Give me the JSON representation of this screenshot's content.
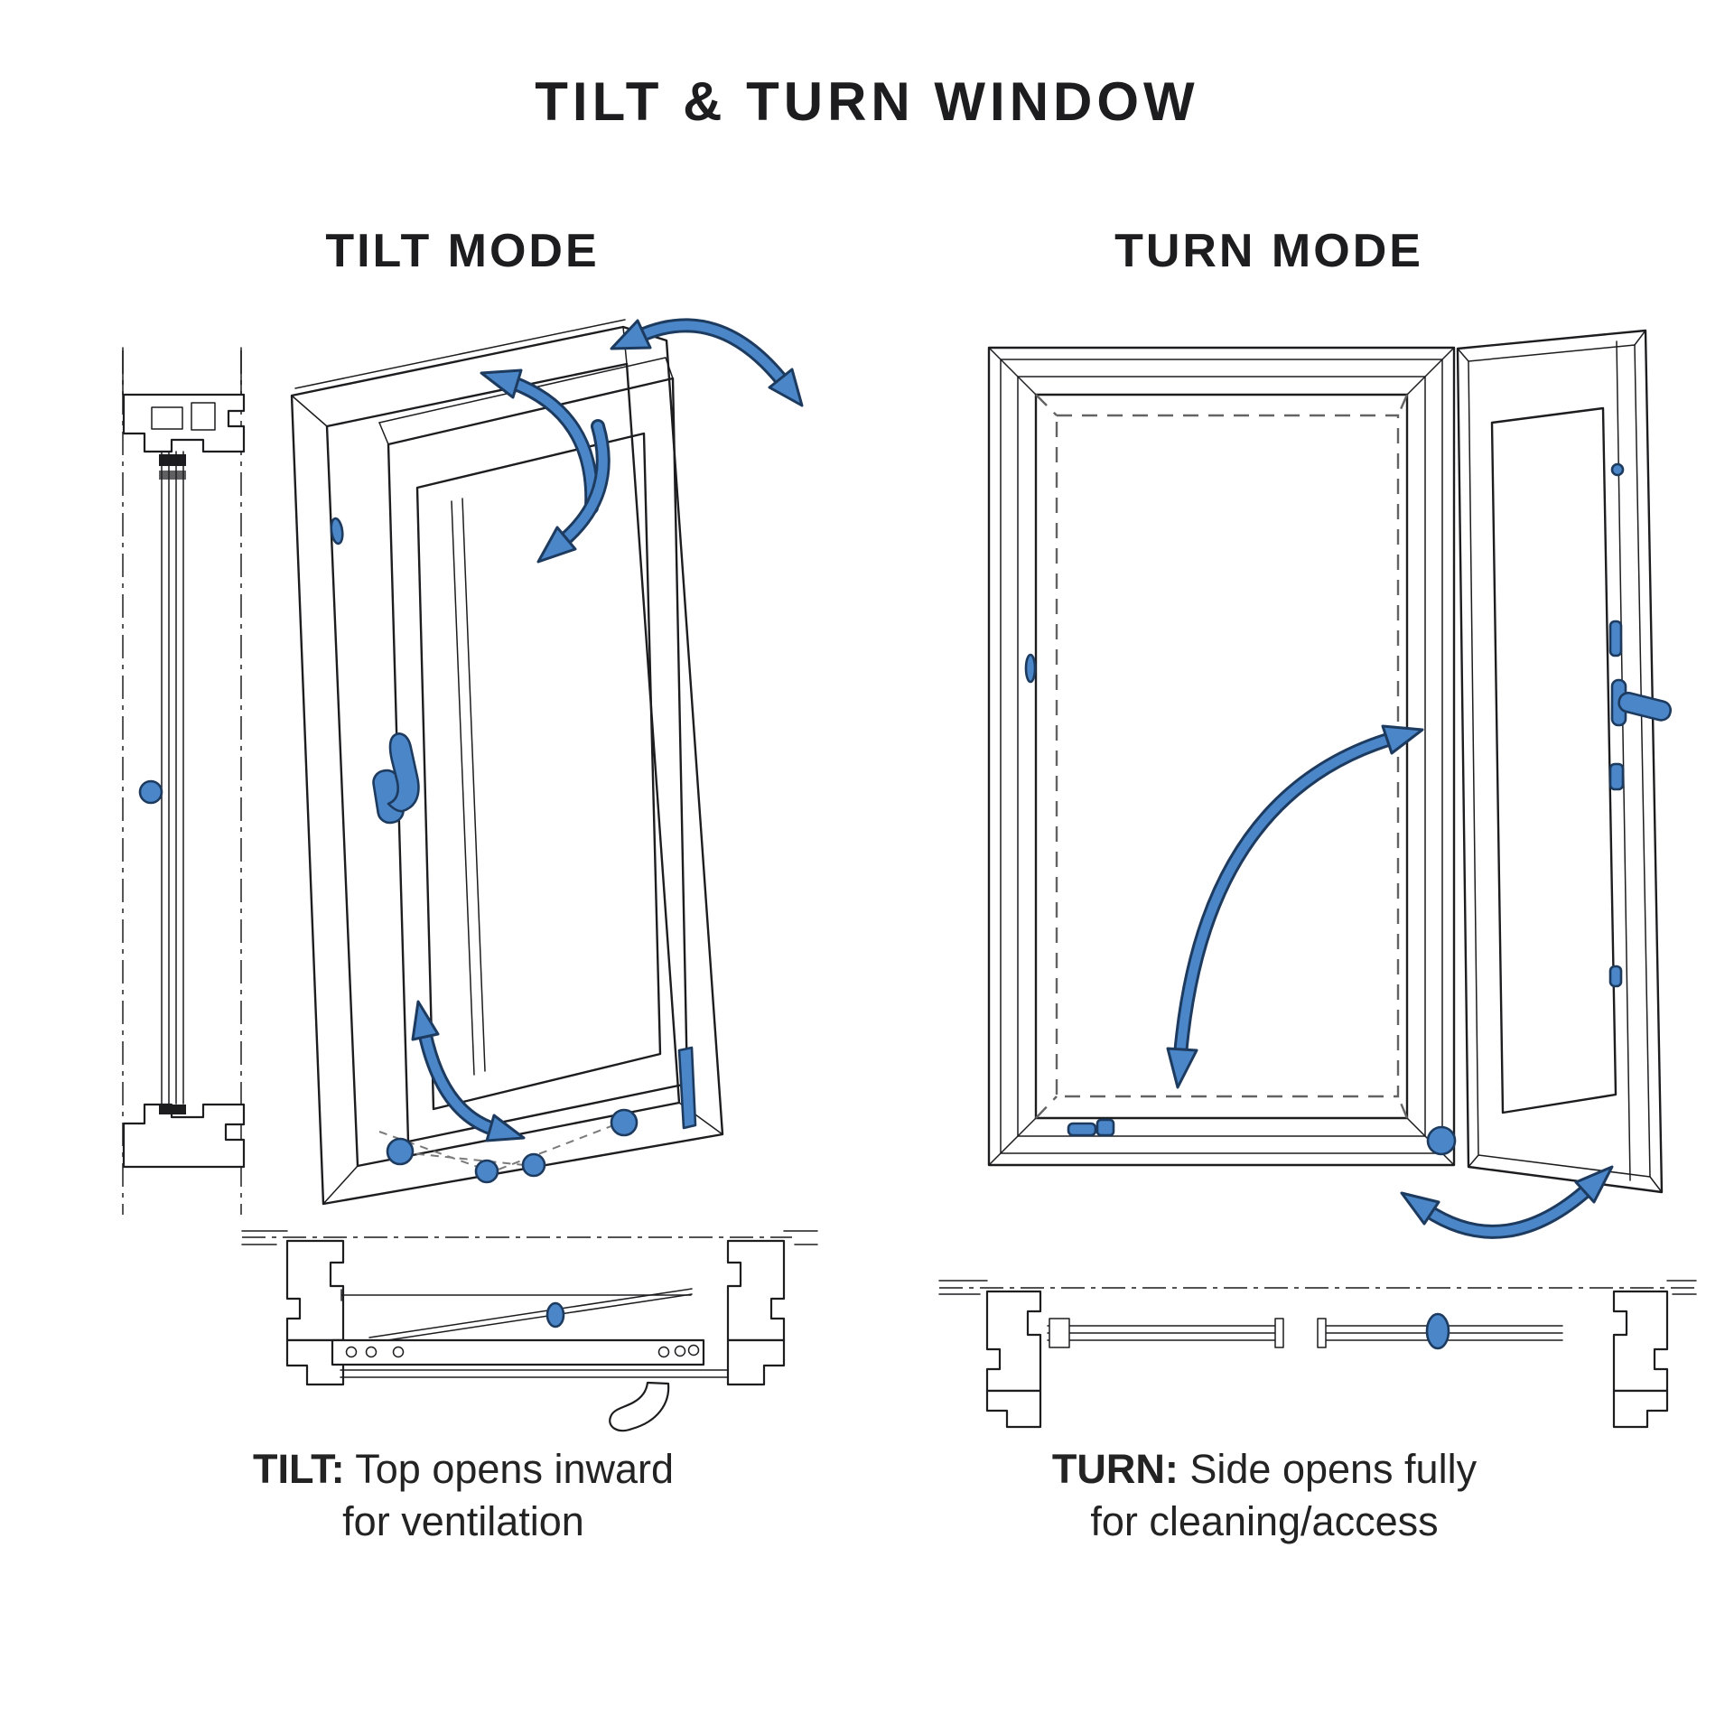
{
  "title": "TILT & TURN WINDOW",
  "tilt": {
    "mode_label": "TILT MODE",
    "caption_bold": "TILT:",
    "caption_rest": " Top opens inward",
    "caption_line2": "for ventilation"
  },
  "turn": {
    "mode_label": "TURN MODE",
    "caption_bold": "TURN:",
    "caption_rest": " Side opens fully",
    "caption_line2": "for cleaning/access"
  },
  "colors": {
    "background": "#ffffff",
    "line_black": "#1d1d20",
    "accent_blue": "#4a86c8",
    "accent_blue_dark": "#1d3a5f",
    "dash_gray": "#636363"
  },
  "icons": {
    "swing_arrow": "blue-curved-arrow",
    "window_handle": "blue-lever-handle",
    "hinge_pivot": "blue-dot",
    "section_profile": "black-line-cross-section"
  }
}
